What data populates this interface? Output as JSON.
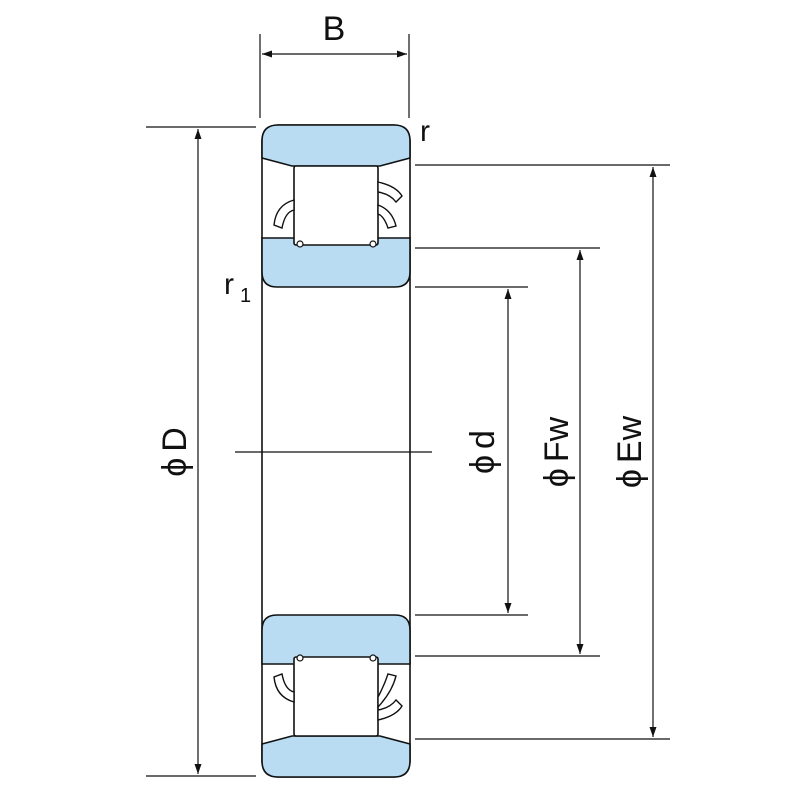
{
  "labels": {
    "B": "B",
    "r": "r",
    "r1_main": "r",
    "r1_sub": "1",
    "phi": "ϕ",
    "D": "D",
    "d": "d",
    "Fw": "Fw",
    "Ew": "Ew"
  },
  "colors": {
    "ring_fill": "#b9dcf2",
    "line": "#111111",
    "background": "#ffffff"
  }
}
